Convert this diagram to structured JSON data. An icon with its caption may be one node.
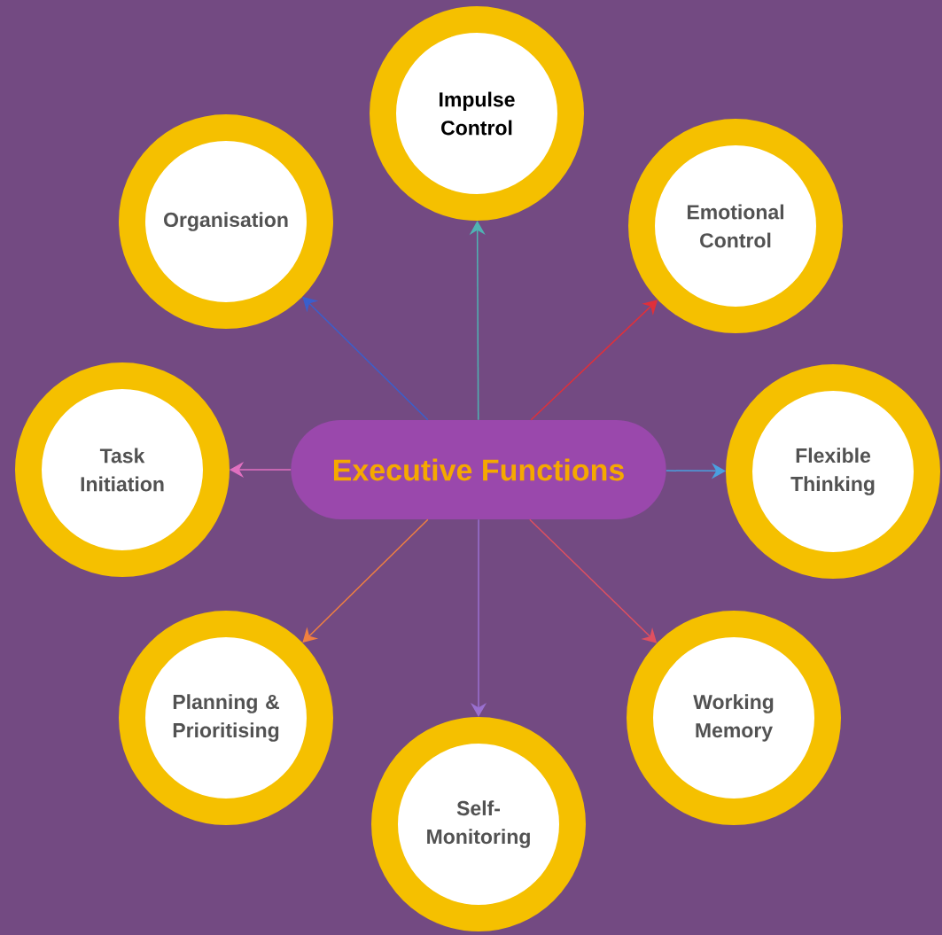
{
  "diagram": {
    "nodes": [
      {
        "text": [
          "Executive Functions"
        ]
      },
      {
        "text": [
          "Impulse Control"
        ]
      },
      {
        "text": [
          "Organisation"
        ]
      },
      {
        "text": [
          "Emotional Control"
        ]
      },
      {
        "text": [
          "Task Initiation"
        ]
      },
      {
        "text": [
          "Flexible Thinking"
        ]
      },
      {
        "text": [
          "Planning & Prioritising"
        ]
      },
      {
        "text": [
          "Working Memory"
        ]
      },
      {
        "text": [
          "Self-Monitoring"
        ]
      }
    ],
    "edges": [
      {
        "from": 0,
        "to": 1,
        "arrow": "to",
        "color": "#4fb3b3"
      },
      {
        "from": 0,
        "to": 2,
        "arrow": "to",
        "color": "#3a5fcd"
      },
      {
        "from": 0,
        "to": 3,
        "arrow": "to",
        "color": "#e0303a"
      },
      {
        "from": 0,
        "to": 4,
        "arrow": "to",
        "color": "#e070c0"
      },
      {
        "from": 0,
        "to": 5,
        "arrow": "to",
        "color": "#4aa0e0"
      },
      {
        "from": 0,
        "to": 6,
        "arrow": "to",
        "color": "#f08040"
      },
      {
        "from": 0,
        "to": 7,
        "arrow": "to",
        "color": "#e05060"
      },
      {
        "from": 0,
        "to": 8,
        "arrow": "to",
        "color": "#9a70d0"
      }
    ]
  }
}
